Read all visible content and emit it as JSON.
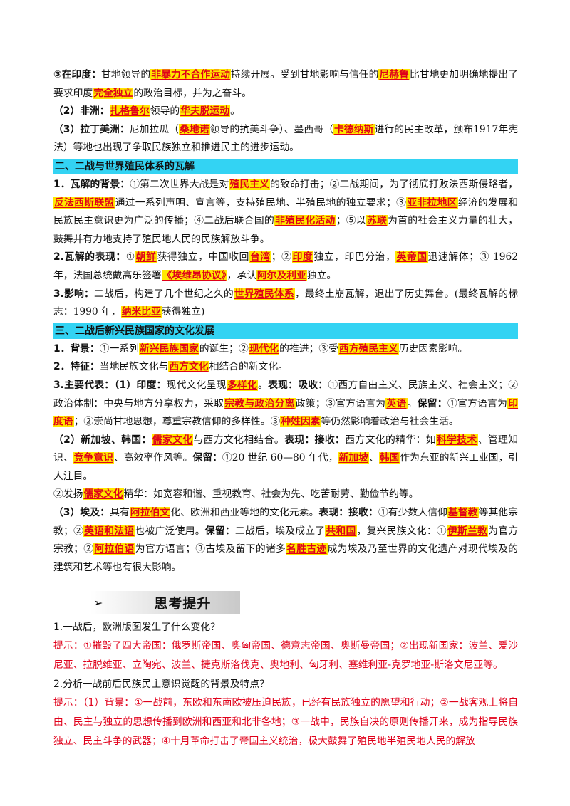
{
  "india": {
    "lead": "③在印度：",
    "t1": "甘地领导的",
    "k1": "非暴力不合作运动",
    "t2": "持续开展。受到甘地影响与信任的",
    "k2": "尼赫鲁",
    "t3": "比甘地更加明确地提出了要求印度",
    "k3": "完全独立",
    "t4": "的政治目标，并为之奋斗。"
  },
  "africa": {
    "lead": "（2）非洲：",
    "k1": "扎格鲁尔",
    "t1": "领导的",
    "k2": "华夫脱运动",
    "t2": "。"
  },
  "latam": {
    "lead": "（3）拉丁美洲：",
    "t1": "尼加拉瓜（",
    "k1": "桑地诺",
    "t2": "领导的抗美斗争）、墨西哥（",
    "k2": "卡德纳斯",
    "t3": "进行的民主改革，颁布1917年宪法）等地也出现了争取民族独立和推进民主的进步运动。"
  },
  "sec2": {
    "title": "二、二战与世界殖民体系的瓦解"
  },
  "bg": {
    "lead": "1．瓦解的背景：",
    "t1": "①第二次世界大战是对",
    "k1": "殖民主义",
    "t2": "的致命打击；②二战期间，为了彻底打败法西斯侵略者，",
    "k2": "反法西斯联盟",
    "t3": "通过一系列声明、宣言等，支持殖民地、半殖民地的独立要求；③",
    "k3": "亚非拉地区",
    "t4": "经济的发展和民族民主意识更为广泛的传播；④二战后联合国的",
    "k4": "非殖民化活动",
    "t5": "；⑤以",
    "k5": "苏联",
    "t6": "为首的社会主义力量的壮大，鼓舞并有力地支持了殖民地人民的民族解放斗争。"
  },
  "show": {
    "lead": "2.瓦解的表现：",
    "t1": "①",
    "k1": "朝鲜",
    "t2": "获得独立，中国收回",
    "k2": "台湾",
    "t3": "；②",
    "k3": "印度",
    "t4": "独立，印巴分治，",
    "k4": "英帝国",
    "t5": "迅速解体；③ 1962 年，法国总统戴高乐签署",
    "k5": "《埃维昂协议》",
    "t6": "，承认",
    "k6": "阿尔及利亚",
    "t7": "独立。"
  },
  "effect": {
    "lead": "3.影响：",
    "t1": "二战后，构建了几个世纪之久的",
    "k1": "世界殖民体系",
    "t2": "，最终土崩瓦解，退出了历史舞台。(最终瓦解的标志：1990 年，",
    "k2": "纳米比亚",
    "t3": "获得独立)"
  },
  "sec3": {
    "title": "三、二战后新兴民族国家的文化发展"
  },
  "bg3": {
    "lead": "1．背景：",
    "t1": "①一系列",
    "k1": "新兴民族国家",
    "t2": "的诞生；②",
    "k2": "现代化",
    "t3": "的推进；③受",
    "k3": "西方殖民主义",
    "t4": "历史因素影响。"
  },
  "feat": {
    "lead": "2．特征：",
    "t1": "当地民族文化与",
    "k1": "西方文化",
    "t2": "相结合的新文化。"
  },
  "rep": {
    "lead": "3.主要代表：",
    "sub": "（1）印度：",
    "t1": "现代文化呈现",
    "k1": "多样化",
    "t2": "。",
    "b1": "表现：吸收：",
    "t3": "①西方自由主义、民族主义、社会主义；②政治体制：中央与地方分享权力，采取",
    "k2": "宗教与政治分离",
    "t4": "政策；③官方语言为",
    "k3": "英语",
    "t5": "。",
    "b2": "保留：",
    "t6": "①官方语言为",
    "k4": "印度语",
    "t7": "；②崇尚甘地思想，尊重宗教信仰的多样性。③",
    "k5": "种姓因素",
    "t8": "等仍然影响着政治与社会生活。"
  },
  "sk": {
    "lead": "（2）新加坡、韩国：",
    "k1": "儒家文化",
    "t1": "与西方文化相结合。",
    "b1": "表现：接收：",
    "t2": "西方文化的精华：如",
    "k2": "科学技术",
    "t3": "、管理知识、",
    "k3": "竞争意识",
    "t4": "、高效率作风等。",
    "b2": "保留：",
    "t5": "①20 世纪 60—80 年代，",
    "k4": "新加坡",
    "t6": "、",
    "k5": "韩国",
    "t7": "作为东亚的新兴工业国，引人注目。"
  },
  "sk2": {
    "t1": "②发扬",
    "k1": "儒家文化",
    "t2": "精华：如宽容和谐、重视教育、社会为先、吃苦耐劳、勤俭节约等。"
  },
  "egypt": {
    "lead": "（3）埃及：",
    "t1": "具有",
    "k1": "阿拉伯文",
    "t2": "化、欧洲和西亚等地的文化元素。",
    "b1": "表现：接收：",
    "t3": "①有少数人信仰",
    "k2": "基督教",
    "t4": "等其他宗教；②",
    "k3": "英语和法语",
    "t5": "也被广泛使用。",
    "b2": "保留：",
    "t6": "二战后，埃及成立了",
    "k4": "共和国",
    "t7": "，复兴民族文化：①",
    "k5": "伊斯兰教",
    "t8": "为官方宗教；②",
    "k6": "阿拉伯语",
    "t9": "为官方语言；③古埃及留下的诸多",
    "k7": "名胜古迹",
    "t10": "成为埃及乃至世界的文化遗产对现代埃及的建筑和艺术等也有很大影响。"
  },
  "think": {
    "arrow": "➢",
    "title": "思考提升"
  },
  "qa": [
    {
      "q": "1.一战后，欧洲版图发生了什么变化？",
      "a": "提示：①摧毁了四大帝国：俄罗斯帝国、奥匈帝国、德意志帝国、奥斯曼帝国；②出现新国家：波兰、爱沙尼亚、拉脱维亚、立陶宛、波兰、捷克斯洛伐克、奥地利、匈牙利、塞维利亚-克罗地亚-斯洛文尼亚等。"
    },
    {
      "q": "2.分析一战前后民族民主意识觉醒的背景及特点？",
      "a": "提示：（1）背景：①一战前，东欧和东南欧被压迫民族，已经有民族独立的愿望和行动；②一战客观上将自由、民主与独立的思想传播到欧洲和西亚和北非各地；③一战中，民族自决的原则传播开来，成为指导民族独立、民主斗争的武器；④十月革命打击了帝国主义统治，极大鼓舞了殖民地半殖民地人民的解放"
    }
  ]
}
